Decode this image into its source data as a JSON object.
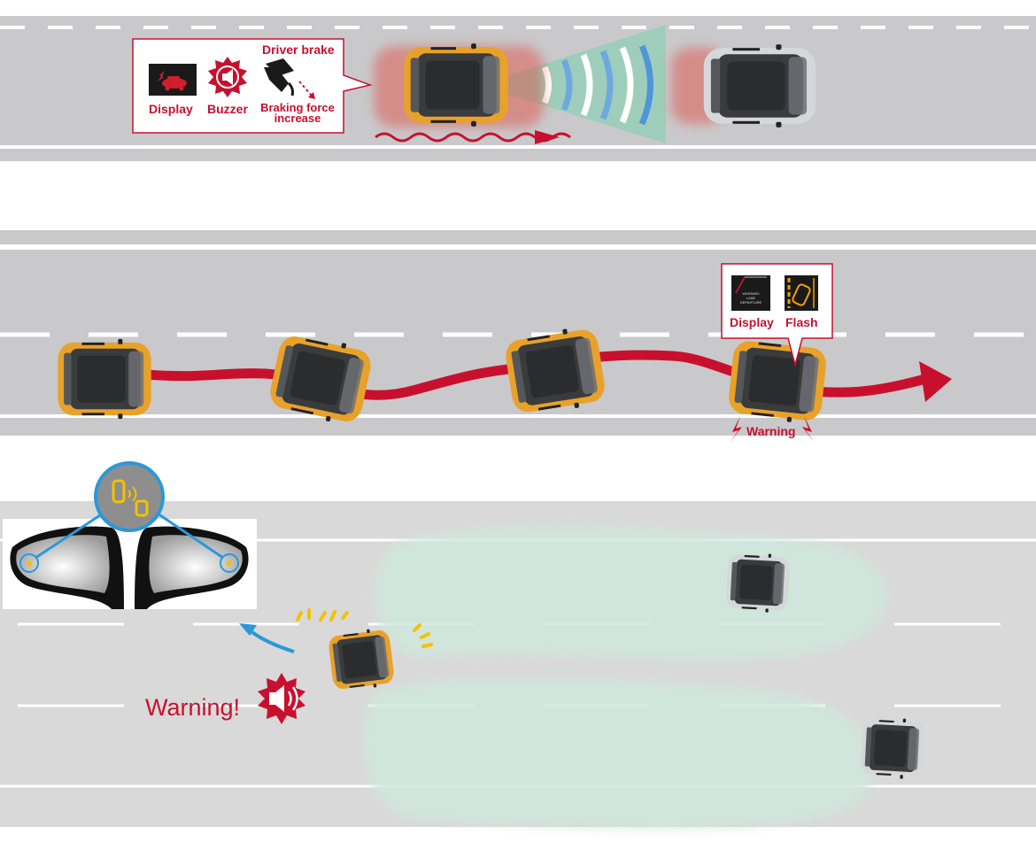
{
  "aeb": {
    "labels": {
      "display": "Display",
      "buzzer": "Buzzer",
      "driver_brake": "Driver brake",
      "braking_force_increase": "Braking force\nincrease"
    }
  },
  "lane": {
    "labels": {
      "display": "Display",
      "flash": "Flash",
      "warning": "Warning"
    },
    "display_screen_text": "WARNING\nLANE\nDEPARTURE"
  },
  "blind_spot": {
    "labels": {
      "warning": "Warning!"
    }
  },
  "colors": {
    "accent_red": "#c8102e",
    "road_gray": "#c9c9cb",
    "ego_car_orange": "#e8a22a",
    "radar_blue": "#5aa0e0",
    "detection_zone_green": "#cfe8dc",
    "indicator_yellow": "#f2c200"
  },
  "icons": [
    "warning-display-icon",
    "buzzer-icon",
    "brake-pedal-icon",
    "blind-spot-indicator-icon",
    "speaker-icon"
  ]
}
